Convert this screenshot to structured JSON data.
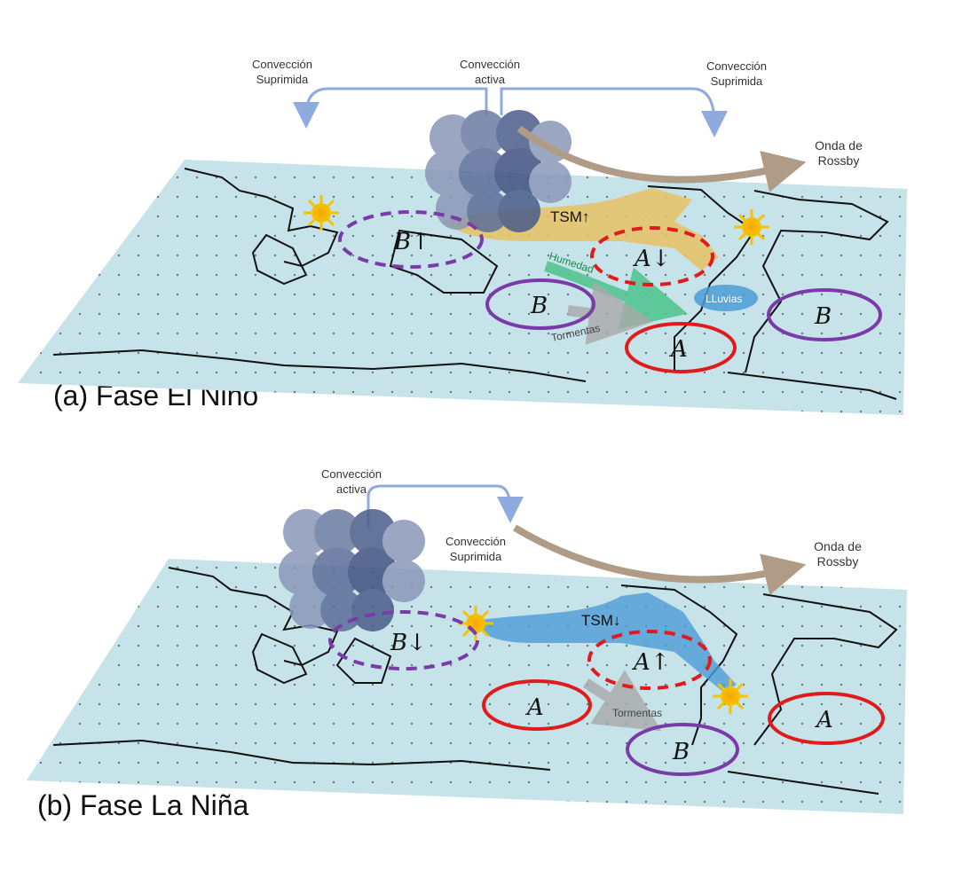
{
  "panel_a": {
    "caption": "(a) Fase El Niño",
    "conv_left": "Convección\nSuprimida",
    "conv_center": "Convección\nactiva",
    "conv_right": "Convección\nSuprimida",
    "rossby": "Onda de\nRossby",
    "tsm": "TSM↑",
    "humedad": "Humedad",
    "lluvias": "LLuvias",
    "tormentas": "Tormentas",
    "cell_b_west": "B↑",
    "cell_a_center": "A↓",
    "cell_b_sw": "B",
    "cell_a_south": "A",
    "cell_b_east": "B"
  },
  "panel_b": {
    "caption": "(b) Fase La Niña",
    "conv_active": "Convección\nactiva",
    "conv_suppressed": "Convección\nSuprimida",
    "rossby": "Onda de\nRossby",
    "tsm": "TSM↓",
    "tormentas": "Tormentas",
    "cell_b_west": "B↓",
    "cell_a_center": "A↑",
    "cell_a_sw": "A",
    "cell_b_south": "B",
    "cell_a_east": "A"
  },
  "colors": {
    "ocean": "#c6e3ea",
    "high": "#e11b1b",
    "low": "#7a3aa8",
    "warm_sst": "#e8c264",
    "cold_sst": "#4c9bd6",
    "convection_arrow": "#8eaadf",
    "rossby_arrow": "#b09b86",
    "humidity": "#4cc48e"
  }
}
